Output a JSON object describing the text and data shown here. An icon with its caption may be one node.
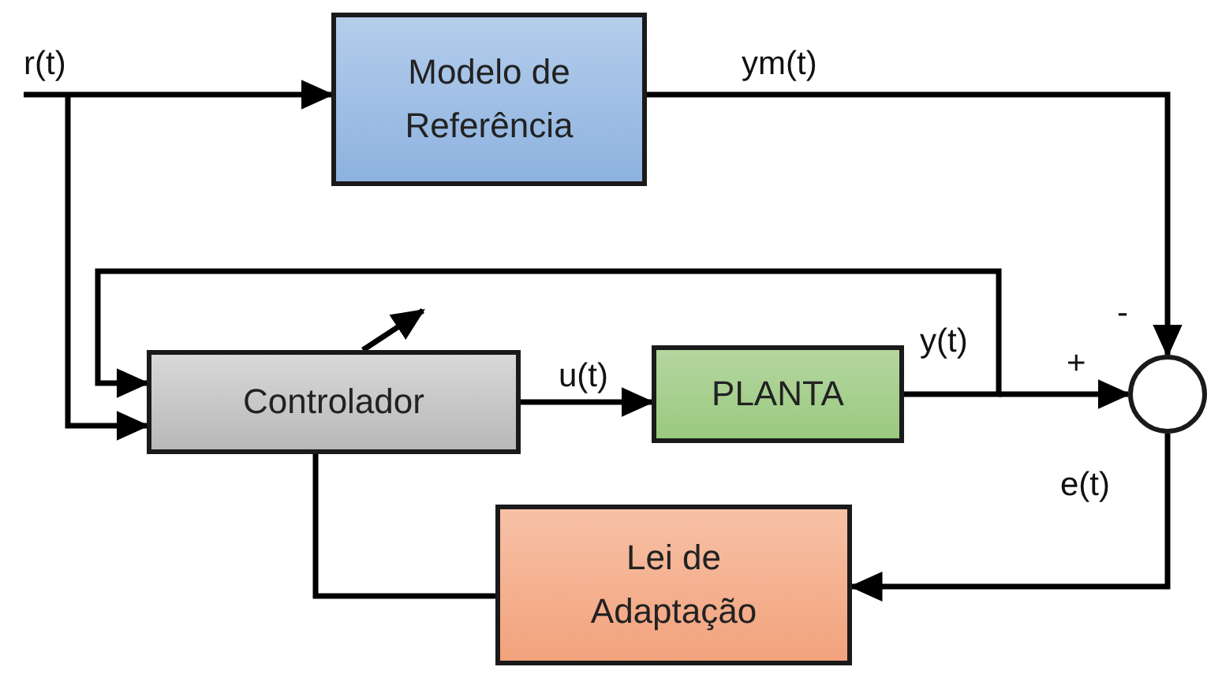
{
  "diagram": {
    "nodes": [
      {
        "text": [
          "Modelo de Referência"
        ]
      },
      {
        "text": [
          "Controlador"
        ]
      },
      {
        "text": [
          "PLANTA"
        ]
      },
      {
        "text": [
          "Lei de Adaptação"
        ]
      },
      {
        "text": [],
        "shape": "circle"
      }
    ],
    "edges": [
      {
        "from": null,
        "to": 0,
        "arrow": "to",
        "label": "r(t)"
      },
      {
        "from": null,
        "to": 1,
        "arrow": "to"
      },
      {
        "from": 0,
        "to": 4,
        "arrow": "to",
        "label": "ym(t)"
      },
      {
        "from": 1,
        "to": 2,
        "arrow": "to",
        "label": "u(t)"
      },
      {
        "from": 2,
        "to": 4,
        "arrow": "to",
        "label": "y(t)"
      },
      {
        "from": 2,
        "to": 1,
        "arrow": "to"
      },
      {
        "from": 4,
        "to": 3,
        "arrow": "to",
        "label": "e(t)"
      },
      {
        "from": 3,
        "to": 1,
        "arrow": "none"
      }
    ],
    "labels": [
      "-",
      "+"
    ]
  }
}
